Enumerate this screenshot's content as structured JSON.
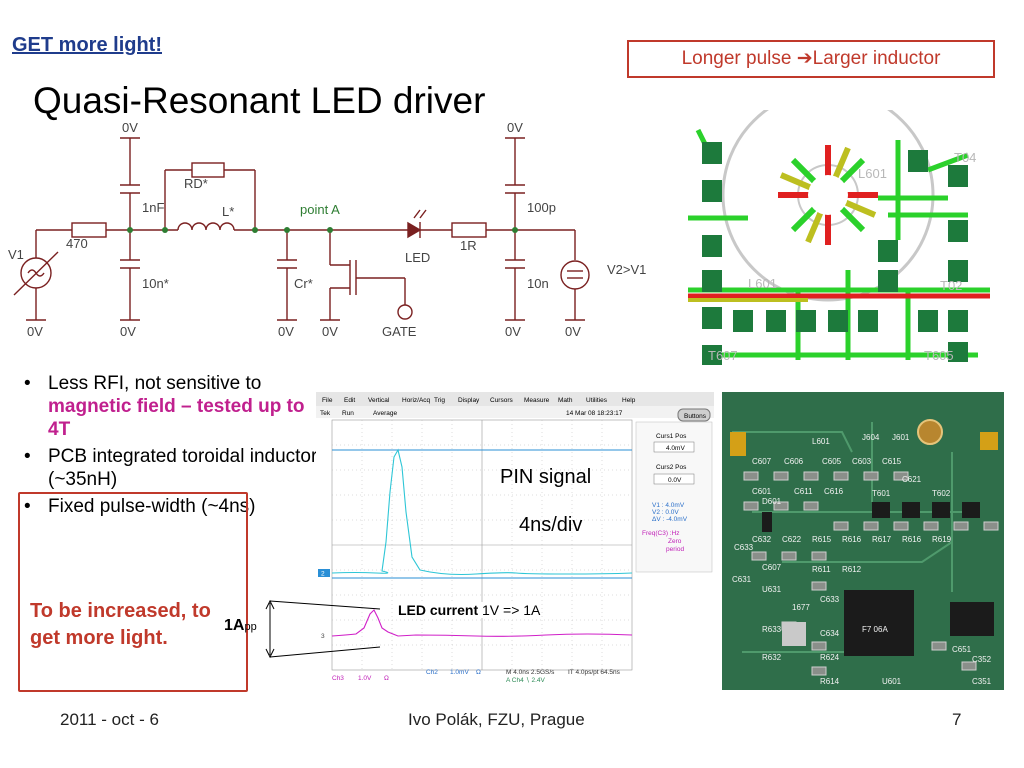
{
  "header": {
    "tag": "GET more light!",
    "callout_part1": "Longer pulse",
    "callout_arrow": "➔",
    "callout_part2": "Larger inductor",
    "title": "Quasi-Resonant LED driver"
  },
  "schematic": {
    "gnd": "0V",
    "c1": "1nF",
    "rd": "RD*",
    "l": "L*",
    "point_a": "point A",
    "c_out": "100p",
    "v1": "V1",
    "r470": "470",
    "r1r": "1R",
    "led": "LED",
    "c10n_star": "10n*",
    "cr": "Cr*",
    "gate": "GATE",
    "c10n": "10n",
    "v2": "V2>V1"
  },
  "pcb": {
    "label1": "L601",
    "label2": "L601",
    "label3": "T02",
    "label4": "T04",
    "label5": "T607",
    "label6": "T605"
  },
  "bullets": {
    "b1_text": "Less RFI, not sensitive to ",
    "b1_highlight": "magnetic field – tested up to 4T",
    "b2": "PCB integrated toroidal inductor (~35nH)",
    "b3": "Fixed pulse-width (~4ns)"
  },
  "warning": "To be increased, to get more light.",
  "amp_label": "1A",
  "amp_suffix": "pp",
  "scope": {
    "menu": [
      "File",
      "Edit",
      "Vertical",
      "Horiz/Acq",
      "Trig",
      "Display",
      "Cursors",
      "Measure",
      "Math",
      "Utilities",
      "Help"
    ],
    "status_tek": "Tek",
    "status_run": "Run",
    "status_avg": "Average",
    "status_date": "14 Mar 08 18:23:17",
    "buttons": "Buttons",
    "curs1_label": "Curs1 Pos",
    "curs1_val": "4.0mV",
    "curs2_label": "Curs2 Pos",
    "curs2_val": "0.0V",
    "v1": "V1 :  4.0mV",
    "v2": "V2 :  0.0V",
    "dv": "ΔV :  -4.0mV",
    "freq": "Freq(C3)   :Hz",
    "zero": "Zero",
    "period": "period",
    "marker2": "2",
    "marker3": "3",
    "ch3": "Ch3",
    "ch3_val": "1.0V",
    "ch3_imp": "Ω",
    "ch2": "Ch2",
    "ch2_val": "1.0mV",
    "ch2_imp": "Ω",
    "timebase": "M 4.0ns 2.5GS/s",
    "pts": "IT 4.0ps/pt 64.5ns",
    "trig": "A  Ch4  ∖  2.4V",
    "pin_signal": "PIN signal",
    "ns_div": "4ns/div",
    "led_current": "LED current",
    "led_scale": "1V => 1A"
  },
  "photo": {
    "labels": [
      "L601",
      "J604",
      "J601",
      "C605",
      "C607",
      "C606",
      "C603",
      "C615",
      "C601",
      "D601",
      "C611",
      "C616",
      "C633",
      "C622",
      "R615",
      "R616",
      "R617",
      "R616",
      "R619",
      "C632",
      "C607",
      "R612",
      "R611",
      "C631",
      "U631",
      "C633",
      "1677",
      "R633",
      "C634",
      "R632",
      "R624",
      "R614",
      "F7 06A",
      "U601",
      "C351",
      "C651",
      "C352",
      "C621",
      "T601",
      "T602"
    ]
  },
  "footer": {
    "date": "2011 - oct - 6",
    "author": "Ivo Polák, FZU, Prague",
    "page": "7"
  }
}
